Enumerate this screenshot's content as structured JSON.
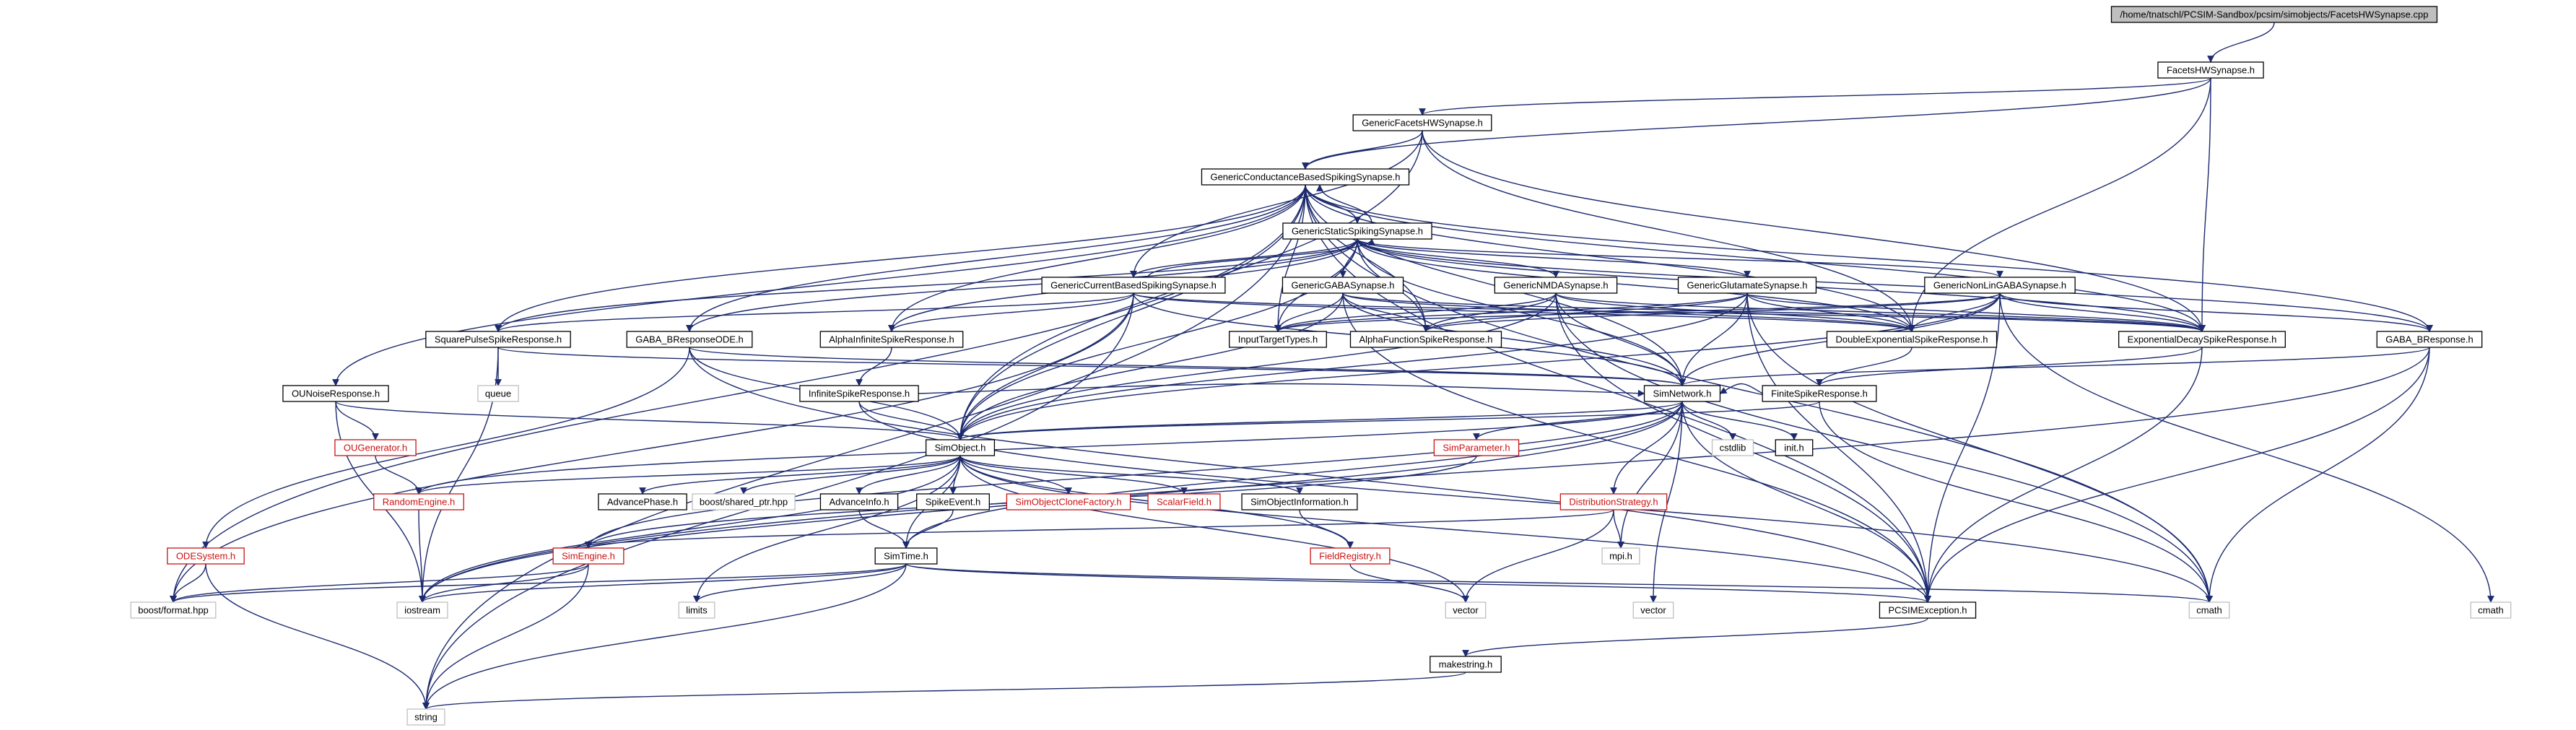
{
  "colors": {
    "edge": "#1c2a6e",
    "normal_border": "#000000",
    "missing_border": "#cc1111",
    "missing_text": "#cc1111",
    "root_fill": "#bfbfbf",
    "node_fill": "#ffffff",
    "text": "#000000"
  },
  "nodes": [
    {
      "id": "root",
      "label": "/home/tnatschl/PCSIM-Sandbox/pcsim/simobjects/FacetsHWSynapse.cpp",
      "kind": "root"
    },
    {
      "id": "facetsHW",
      "label": "FacetsHWSynapse.h",
      "kind": "normal"
    },
    {
      "id": "genericFacetsHW",
      "label": "GenericFacetsHWSynapse.h",
      "kind": "normal"
    },
    {
      "id": "genCond",
      "label": "GenericConductanceBasedSpikingSynapse.h",
      "kind": "normal"
    },
    {
      "id": "genStatic",
      "label": "GenericStaticSpikingSynapse.h",
      "kind": "normal"
    },
    {
      "id": "genCurrent",
      "label": "GenericCurrentBasedSpikingSynapse.h",
      "kind": "normal"
    },
    {
      "id": "genGABA",
      "label": "GenericGABASynapse.h",
      "kind": "normal"
    },
    {
      "id": "genNMDA",
      "label": "GenericNMDASynapse.h",
      "kind": "normal"
    },
    {
      "id": "genGlut",
      "label": "GenericGlutamateSynapse.h",
      "kind": "normal"
    },
    {
      "id": "genNonLin",
      "label": "GenericNonLinGABASynapse.h",
      "kind": "normal"
    },
    {
      "id": "squarePulse",
      "label": "SquarePulseSpikeResponse.h",
      "kind": "normal"
    },
    {
      "id": "gabaBODE",
      "label": "GABA_BResponseODE.h",
      "kind": "normal"
    },
    {
      "id": "alphaInf",
      "label": "AlphaInfiniteSpikeResponse.h",
      "kind": "normal"
    },
    {
      "id": "inputTarget",
      "label": "InputTargetTypes.h",
      "kind": "normal"
    },
    {
      "id": "alphaFunc",
      "label": "AlphaFunctionSpikeResponse.h",
      "kind": "normal"
    },
    {
      "id": "doubleExp",
      "label": "DoubleExponentialSpikeResponse.h",
      "kind": "normal"
    },
    {
      "id": "expDecay",
      "label": "ExponentialDecaySpikeResponse.h",
      "kind": "normal"
    },
    {
      "id": "gabaB",
      "label": "GABA_BResponse.h",
      "kind": "normal"
    },
    {
      "id": "queue",
      "label": "queue",
      "kind": "system"
    },
    {
      "id": "ouNoise",
      "label": "OUNoiseResponse.h",
      "kind": "normal"
    },
    {
      "id": "infSpike",
      "label": "InfiniteSpikeResponse.h",
      "kind": "normal"
    },
    {
      "id": "simNetwork",
      "label": "SimNetwork.h",
      "kind": "normal"
    },
    {
      "id": "finiteSpike",
      "label": "FiniteSpikeResponse.h",
      "kind": "normal"
    },
    {
      "id": "ouGen",
      "label": "OUGenerator.h",
      "kind": "missing"
    },
    {
      "id": "simObject",
      "label": "SimObject.h",
      "kind": "normal"
    },
    {
      "id": "cstdlib",
      "label": "cstdlib",
      "kind": "system"
    },
    {
      "id": "inith",
      "label": "init.h",
      "kind": "normal"
    },
    {
      "id": "simParam",
      "label": "SimParameter.h",
      "kind": "missing"
    },
    {
      "id": "randomEngine",
      "label": "RandomEngine.h",
      "kind": "missing"
    },
    {
      "id": "advPhase",
      "label": "AdvancePhase.h",
      "kind": "normal"
    },
    {
      "id": "sharedPtr",
      "label": "boost/shared_ptr.hpp",
      "kind": "system"
    },
    {
      "id": "advInfo",
      "label": "AdvanceInfo.h",
      "kind": "normal"
    },
    {
      "id": "spikeEvent",
      "label": "SpikeEvent.h",
      "kind": "normal"
    },
    {
      "id": "cloneFactory",
      "label": "SimObjectCloneFactory.h",
      "kind": "missing"
    },
    {
      "id": "scalarField",
      "label": "ScalarField.h",
      "kind": "missing"
    },
    {
      "id": "simObjInfo",
      "label": "SimObjectInformation.h",
      "kind": "normal"
    },
    {
      "id": "distStrategy",
      "label": "DistributionStrategy.h",
      "kind": "missing"
    },
    {
      "id": "odeSystem",
      "label": "ODESystem.h",
      "kind": "missing"
    },
    {
      "id": "simEngine",
      "label": "SimEngine.h",
      "kind": "missing"
    },
    {
      "id": "simTime",
      "label": "SimTime.h",
      "kind": "normal"
    },
    {
      "id": "fieldRegistry",
      "label": "FieldRegistry.h",
      "kind": "missing"
    },
    {
      "id": "mpih",
      "label": "mpi.h",
      "kind": "system"
    },
    {
      "id": "boostFormat",
      "label": "boost/format.hpp",
      "kind": "system"
    },
    {
      "id": "iostream",
      "label": "iostream",
      "kind": "system"
    },
    {
      "id": "limits",
      "label": "limits",
      "kind": "system"
    },
    {
      "id": "vector1",
      "label": "vector",
      "kind": "system"
    },
    {
      "id": "vector2",
      "label": "vector",
      "kind": "system"
    },
    {
      "id": "pcsimExc",
      "label": "PCSIMException.h",
      "kind": "normal"
    },
    {
      "id": "cmath1",
      "label": "cmath",
      "kind": "system"
    },
    {
      "id": "cmath2",
      "label": "cmath",
      "kind": "system"
    },
    {
      "id": "makestring",
      "label": "makestring.h",
      "kind": "normal"
    },
    {
      "id": "string",
      "label": "string",
      "kind": "system"
    }
  ],
  "edges": [
    [
      "root",
      "facetsHW"
    ],
    [
      "facetsHW",
      "genericFacetsHW"
    ],
    [
      "facetsHW",
      "genCond"
    ],
    [
      "facetsHW",
      "doubleExp"
    ],
    [
      "facetsHW",
      "expDecay"
    ],
    [
      "genericFacetsHW",
      "genCond"
    ],
    [
      "genericFacetsHW",
      "genCurrent"
    ],
    [
      "genericFacetsHW",
      "simObject"
    ],
    [
      "genericFacetsHW",
      "doubleExp"
    ],
    [
      "genericFacetsHW",
      "expDecay"
    ],
    [
      "genCond",
      "genStatic"
    ],
    [
      "genCond",
      "squarePulse"
    ],
    [
      "genCond",
      "gabaBODE"
    ],
    [
      "genCond",
      "alphaInf"
    ],
    [
      "genCond",
      "inputTarget"
    ],
    [
      "genCond",
      "alphaFunc"
    ],
    [
      "genCond",
      "doubleExp"
    ],
    [
      "genCond",
      "expDecay"
    ],
    [
      "genCond",
      "gabaB"
    ],
    [
      "genCond",
      "ouNoise"
    ],
    [
      "genCond",
      "simNetwork"
    ],
    [
      "genCond",
      "simObject"
    ],
    [
      "genCond",
      "string"
    ],
    [
      "genCond",
      "boostFormat"
    ],
    [
      "genCond",
      "pcsimExc"
    ],
    [
      "genCond",
      "cmath1"
    ],
    [
      "genStatic",
      "genCond"
    ],
    [
      "genStatic",
      "genCurrent"
    ],
    [
      "genStatic",
      "genGABA"
    ],
    [
      "genStatic",
      "genNMDA"
    ],
    [
      "genStatic",
      "genGlut"
    ],
    [
      "genStatic",
      "genNonLin"
    ],
    [
      "genStatic",
      "squarePulse"
    ],
    [
      "genStatic",
      "gabaBODE"
    ],
    [
      "genStatic",
      "alphaInf"
    ],
    [
      "genStatic",
      "inputTarget"
    ],
    [
      "genStatic",
      "alphaFunc"
    ],
    [
      "genStatic",
      "doubleExp"
    ],
    [
      "genStatic",
      "expDecay"
    ],
    [
      "genStatic",
      "gabaB"
    ],
    [
      "genStatic",
      "simObject"
    ],
    [
      "genStatic",
      "simNetwork"
    ],
    [
      "genCurrent",
      "genStatic"
    ],
    [
      "genCurrent",
      "squarePulse"
    ],
    [
      "genCurrent",
      "alphaInf"
    ],
    [
      "genCurrent",
      "simObject"
    ],
    [
      "genCurrent",
      "simNetwork"
    ],
    [
      "genCurrent",
      "doubleExp"
    ],
    [
      "genCurrent",
      "expDecay"
    ],
    [
      "genCurrent",
      "string"
    ],
    [
      "genCurrent",
      "boostFormat"
    ],
    [
      "genGABA",
      "inputTarget"
    ],
    [
      "genGABA",
      "alphaFunc"
    ],
    [
      "genGABA",
      "doubleExp"
    ],
    [
      "genGABA",
      "expDecay"
    ],
    [
      "genGABA",
      "simObject"
    ],
    [
      "genGABA",
      "simNetwork"
    ],
    [
      "genGABA",
      "pcsimExc"
    ],
    [
      "genNMDA",
      "inputTarget"
    ],
    [
      "genNMDA",
      "alphaFunc"
    ],
    [
      "genNMDA",
      "doubleExp"
    ],
    [
      "genNMDA",
      "expDecay"
    ],
    [
      "genNMDA",
      "simObject"
    ],
    [
      "genNMDA",
      "simNetwork"
    ],
    [
      "genNMDA",
      "pcsimExc"
    ],
    [
      "genNMDA",
      "cmath1"
    ],
    [
      "genGlut",
      "inputTarget"
    ],
    [
      "genGlut",
      "alphaFunc"
    ],
    [
      "genGlut",
      "doubleExp"
    ],
    [
      "genGlut",
      "expDecay"
    ],
    [
      "genGlut",
      "simObject"
    ],
    [
      "genGlut",
      "simNetwork"
    ],
    [
      "genGlut",
      "pcsimExc"
    ],
    [
      "genGlut",
      "cmath1"
    ],
    [
      "genNonLin",
      "inputTarget"
    ],
    [
      "genNonLin",
      "alphaFunc"
    ],
    [
      "genNonLin",
      "doubleExp"
    ],
    [
      "genNonLin",
      "expDecay"
    ],
    [
      "genNonLin",
      "gabaB"
    ],
    [
      "genNonLin",
      "simObject"
    ],
    [
      "genNonLin",
      "simNetwork"
    ],
    [
      "genNonLin",
      "pcsimExc"
    ],
    [
      "genNonLin",
      "cmath2"
    ],
    [
      "squarePulse",
      "queue"
    ],
    [
      "squarePulse",
      "simNetwork"
    ],
    [
      "squarePulse",
      "iostream"
    ],
    [
      "gabaBODE",
      "simNetwork"
    ],
    [
      "gabaBODE",
      "odeSystem"
    ],
    [
      "gabaBODE",
      "simObject"
    ],
    [
      "gabaBODE",
      "pcsimExc"
    ],
    [
      "alphaInf",
      "infSpike"
    ],
    [
      "doubleExp",
      "finiteSpike"
    ],
    [
      "expDecay",
      "finiteSpike"
    ],
    [
      "expDecay",
      "pcsimExc"
    ],
    [
      "gabaB",
      "simNetwork"
    ],
    [
      "gabaB",
      "pcsimExc"
    ],
    [
      "gabaB",
      "cmath1"
    ],
    [
      "gabaB",
      "iostream"
    ],
    [
      "ouNoise",
      "ouGen"
    ],
    [
      "ouNoise",
      "simObject"
    ],
    [
      "ouNoise",
      "iostream"
    ],
    [
      "infSpike",
      "simObject"
    ],
    [
      "infSpike",
      "simNetwork"
    ],
    [
      "infSpike",
      "cmath1"
    ],
    [
      "finiteSpike",
      "simObject"
    ],
    [
      "finiteSpike",
      "simNetwork"
    ],
    [
      "finiteSpike",
      "cmath1"
    ],
    [
      "ouGen",
      "randomEngine"
    ],
    [
      "simNetwork",
      "simObject"
    ],
    [
      "simNetwork",
      "simParam"
    ],
    [
      "simNetwork",
      "distStrategy"
    ],
    [
      "simNetwork",
      "cstdlib"
    ],
    [
      "simNetwork",
      "inith"
    ],
    [
      "simNetwork",
      "randomEngine"
    ],
    [
      "simNetwork",
      "simEngine"
    ],
    [
      "simNetwork",
      "simTime"
    ],
    [
      "simNetwork",
      "mpih"
    ],
    [
      "simNetwork",
      "vector2"
    ],
    [
      "simNetwork",
      "pcsimExc"
    ],
    [
      "simNetwork",
      "iostream"
    ],
    [
      "simObject",
      "randomEngine"
    ],
    [
      "simObject",
      "advPhase"
    ],
    [
      "simObject",
      "sharedPtr"
    ],
    [
      "simObject",
      "advInfo"
    ],
    [
      "simObject",
      "spikeEvent"
    ],
    [
      "simObject",
      "cloneFactory"
    ],
    [
      "simObject",
      "scalarField"
    ],
    [
      "simObject",
      "simObjInfo"
    ],
    [
      "simObject",
      "fieldRegistry"
    ],
    [
      "simObject",
      "iostream"
    ],
    [
      "simObject",
      "limits"
    ],
    [
      "simObject",
      "vector1"
    ],
    [
      "simObject",
      "pcsimExc"
    ],
    [
      "simObject",
      "simTime"
    ],
    [
      "simParam",
      "simEngine"
    ],
    [
      "distStrategy",
      "mpih"
    ],
    [
      "distStrategy",
      "vector1"
    ],
    [
      "distStrategy",
      "simEngine"
    ],
    [
      "randomEngine",
      "iostream"
    ],
    [
      "advInfo",
      "simTime"
    ],
    [
      "spikeEvent",
      "simTime"
    ],
    [
      "simObjInfo",
      "fieldRegistry"
    ],
    [
      "fieldRegistry",
      "vector1"
    ],
    [
      "odeSystem",
      "boostFormat"
    ],
    [
      "odeSystem",
      "string"
    ],
    [
      "simEngine",
      "iostream"
    ],
    [
      "simEngine",
      "string"
    ],
    [
      "simEngine",
      "boostFormat"
    ],
    [
      "simTime",
      "iostream"
    ],
    [
      "simTime",
      "limits"
    ],
    [
      "simTime",
      "string"
    ],
    [
      "simTime",
      "pcsimExc"
    ],
    [
      "simTime",
      "cmath1"
    ],
    [
      "simTime",
      "boostFormat"
    ],
    [
      "pcsimExc",
      "makestring"
    ],
    [
      "makestring",
      "string"
    ]
  ]
}
